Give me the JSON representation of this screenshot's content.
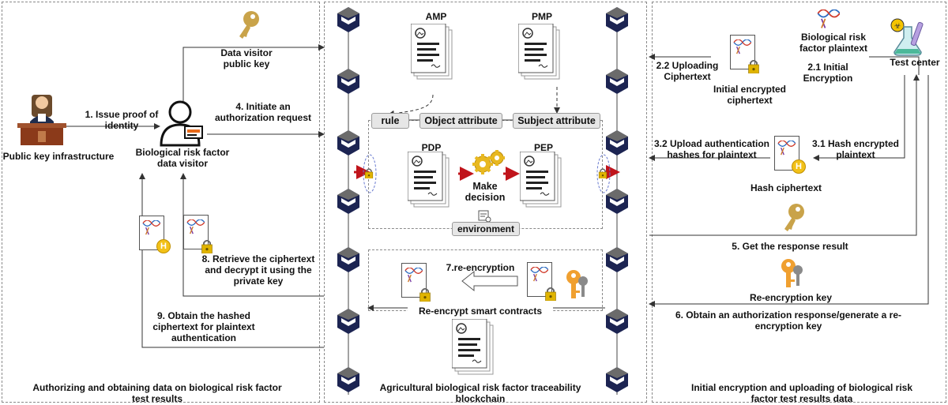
{
  "panels": {
    "left_caption": "Authorizing and obtaining data on biological risk factor test results",
    "center_caption": "Agricultural biological risk factor traceability blockchain",
    "right_caption": "Initial encryption and uploading of biological risk factor test results data"
  },
  "left": {
    "pki": "Public key infrastructure",
    "visitor": "Biological risk factor data visitor",
    "step1": "1. Issue proof of identity",
    "visitor_key": "Data visitor public key",
    "step4": "4. Initiate an authorization request",
    "step8": "8. Retrieve the ciphertext and decrypt it using the private key",
    "step9": "9. Obtain the hashed ciphertext for plaintext authentication"
  },
  "center": {
    "amp": "AMP",
    "pmp": "PMP",
    "rule": "rule",
    "object_attr": "Object attribute",
    "subject_attr": "Subject attribute",
    "pdp": "PDP",
    "pep": "PEP",
    "make_decision": "Make decision",
    "environment": "environment",
    "reencryption": "7.re-encryption",
    "reencrypt_contracts": "Re-encrypt smart contracts"
  },
  "right": {
    "plaintext": "Biological risk factor  plaintext",
    "test_center": "Test center",
    "step21": "2.1 Initial Encryption",
    "step22": "2.2 Uploading Ciphertext",
    "init_cipher": "Initial encrypted ciphertext",
    "step31": "3.1 Hash encrypted plaintext",
    "step32": "3.2 Upload authentication hashes for plaintext",
    "hash_cipher": "Hash ciphertext",
    "step5": "5. Get the response result",
    "reenc_key": "Re-encryption key",
    "step6": "6. Obtain an authorization response/generate a re-encryption key"
  },
  "colors": {
    "block": "#1c2452",
    "block_top": "#6b6b6b",
    "key_gold": "#c9a34a",
    "key_orange": "#f0a030",
    "arrow_red": "#c0141b",
    "lock": "#e0b400",
    "hash_badge": "#f2c118"
  },
  "icons": [
    "key-icon",
    "judge-icon",
    "user-icon",
    "document-icon",
    "dna-icon",
    "lock-icon",
    "gear-icon",
    "blockchain-block-icon",
    "lab-flask-icon"
  ]
}
